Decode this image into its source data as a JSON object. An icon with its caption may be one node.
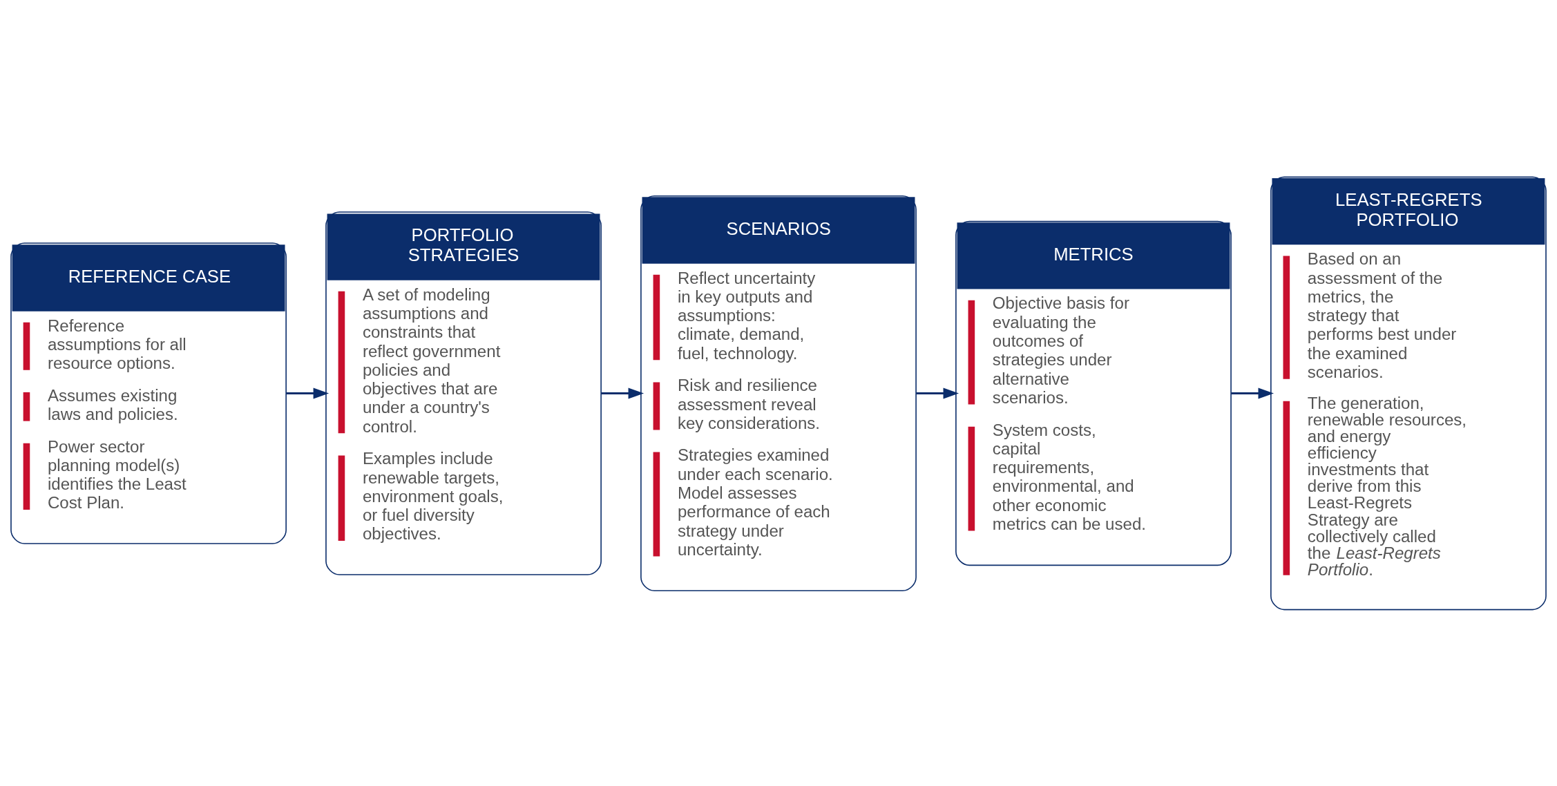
{
  "diagram": {
    "nodes": [
      {
        "text": [
          "REFERENCE CASE",
          "Reference assumptions for all resource options.",
          "Assumes existing laws and policies.",
          "Power sector planning model(s) identifies the Least Cost Plan."
        ]
      },
      {
        "text": [
          "PORTFOLIO STRATEGIES",
          "A set of modeling assumptions and constraints that reflect government policies and objectives that are under a country's control.",
          "Examples include renewable targets, environment goals, or fuel diversity objectives."
        ]
      },
      {
        "text": [
          "SCENARIOS",
          "Reflect uncertainty in key outputs and assumptions: climate, demand, fuel, technology.",
          "Risk and resilience assessment reveal key considerations.",
          "Strategies examined under each scenario. Model assesses performance of each strategy under uncertainty."
        ]
      },
      {
        "text": [
          "METRICS",
          "Objective basis for evaluating the outcomes of strategies under alternative scenarios.",
          "System costs, capital requirements, environmental, and other economic metrics can be used."
        ]
      },
      {
        "text": [
          "LEAST-REGRETS PORTFOLIO",
          "Based on an assessment of the metrics, the strategy that performs best under the examined scenarios.",
          "The generation, renewable resources, and energy efficiency investments that derive from this Least-Regrets Strategy are collectively called the *Least-Regrets Portfolio*."
        ]
      }
    ],
    "edges": [
      {
        "from": 0,
        "to": 1,
        "arrow": "to"
      },
      {
        "from": 1,
        "to": 2,
        "arrow": "to"
      },
      {
        "from": 2,
        "to": 3,
        "arrow": "to"
      },
      {
        "from": 3,
        "to": 4,
        "arrow": "to"
      }
    ]
  }
}
